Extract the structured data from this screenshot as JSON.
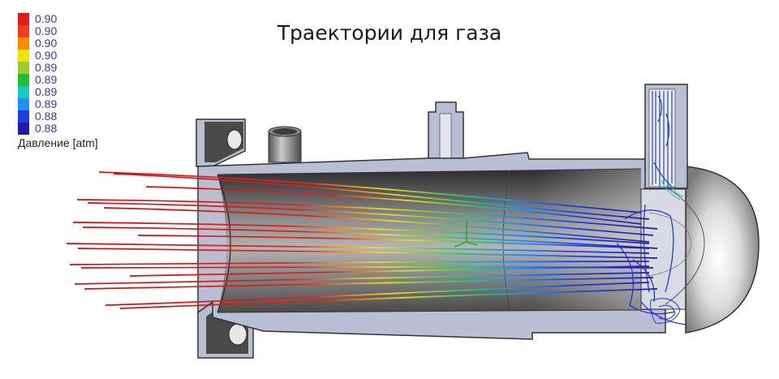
{
  "title": "Траектории для газа",
  "legend": {
    "values": [
      "0.90",
      "0.90",
      "0.90",
      "0.90",
      "0.89",
      "0.89",
      "0.89",
      "0.89",
      "0.88",
      "0.88"
    ],
    "colors": [
      "#e31a1c",
      "#f03b20",
      "#ff8c00",
      "#f5e400",
      "#9acd32",
      "#1fbf3a",
      "#19c8c0",
      "#1e90ff",
      "#1d3fe0",
      "#1c1ca8"
    ],
    "unit_label": "Давление [atm]"
  }
}
